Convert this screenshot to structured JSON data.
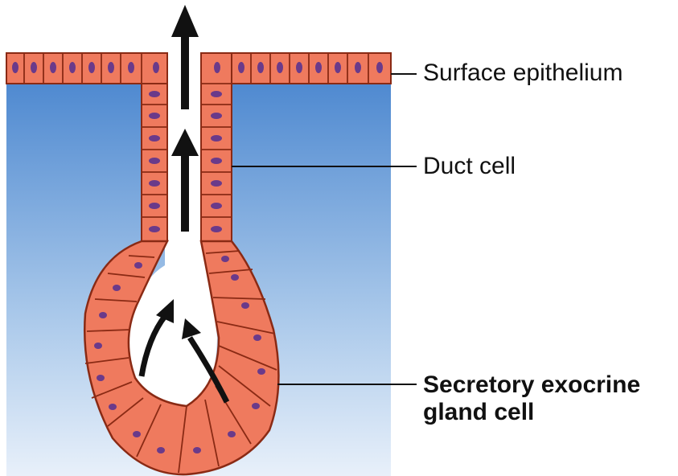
{
  "labels": {
    "surface_epithelium": "Surface epithelium",
    "duct_cell": "Duct cell",
    "secretory_line1": "Secretory exocrine",
    "secretory_line2": "gland cell"
  },
  "colors": {
    "tissue_top": "#4a86cf",
    "tissue_bottom": "#dce9f7",
    "cell_fill": "#ef7a5e",
    "cell_border": "#8a2a14",
    "nucleus": "#6a3a8a",
    "arrow": "#111111",
    "leader_line": "#111111"
  }
}
